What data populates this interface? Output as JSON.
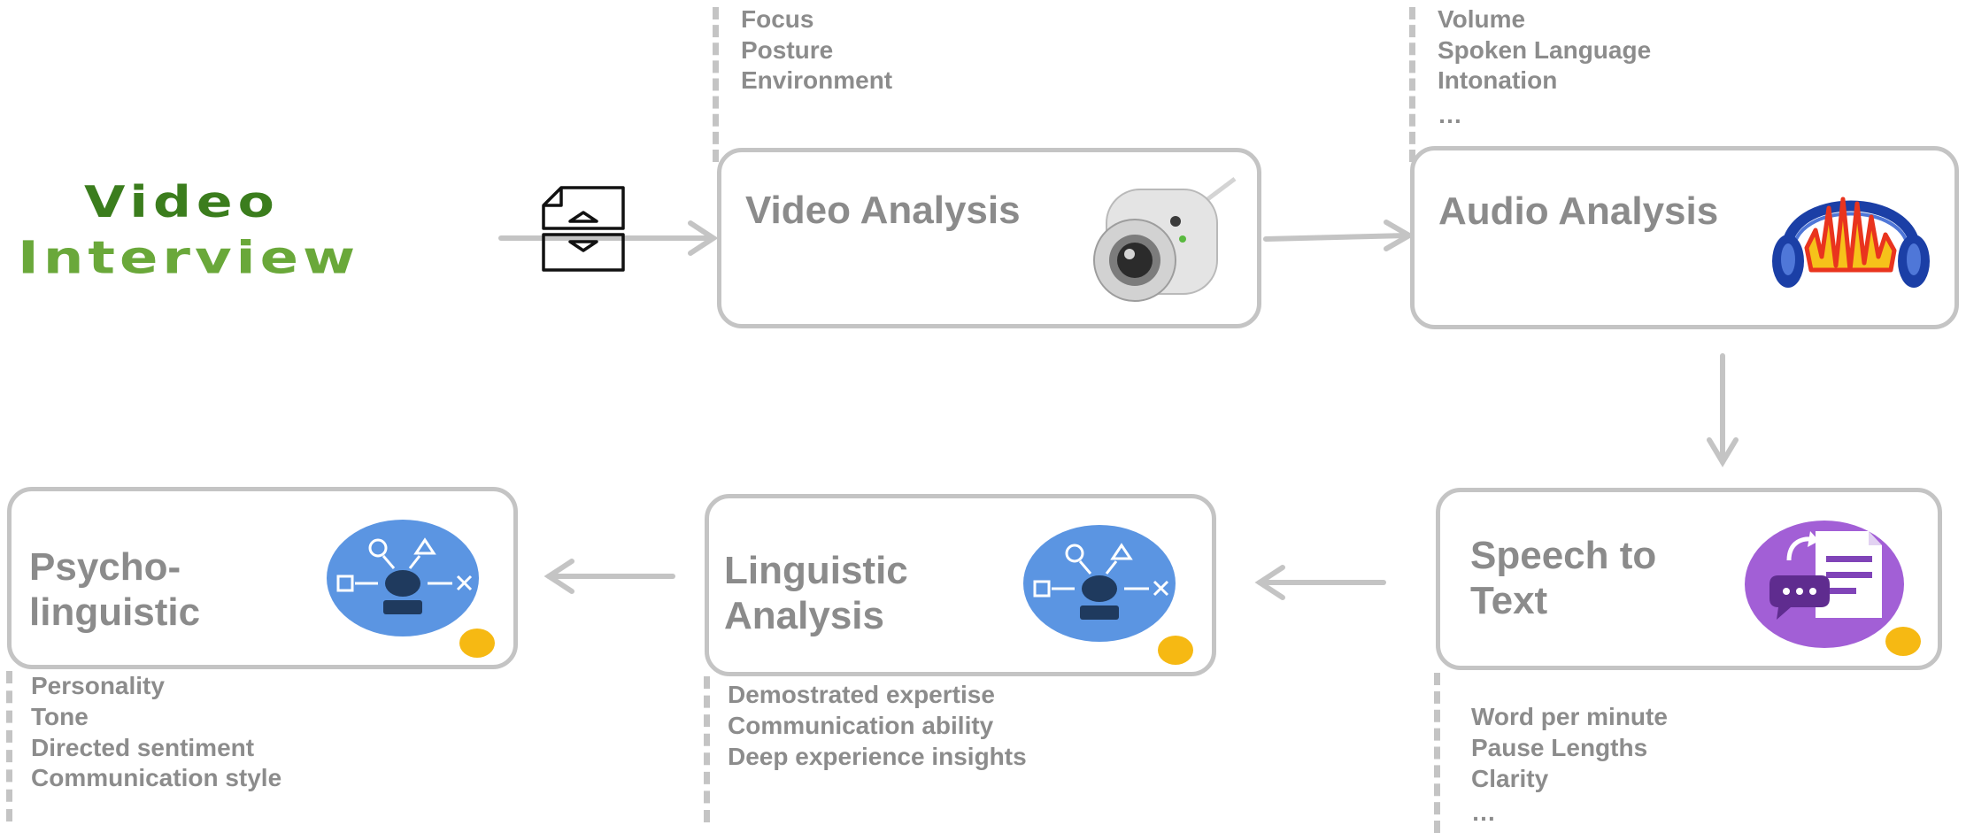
{
  "title": {
    "line1": "Video",
    "line2": "Interview"
  },
  "video_box": {
    "title": "Video Analysis",
    "notes": [
      "Focus",
      "Posture",
      "Environment"
    ]
  },
  "audio_box": {
    "title": "Audio Analysis",
    "notes": [
      "Volume",
      "Spoken Language",
      "Intonation",
      "…"
    ]
  },
  "speech_box": {
    "title_line1": "Speech to",
    "title_line2": "Text",
    "notes": [
      "Word per minute",
      "Pause Lengths",
      "Clarity",
      "…"
    ]
  },
  "linguistic_box": {
    "title_line1": "Linguistic",
    "title_line2": "Analysis",
    "notes": [
      "Demostrated expertise",
      "Communication ability",
      "Deep experience insights"
    ]
  },
  "psycho_box": {
    "title_line1": "Psycho-",
    "title_line2": "linguistic",
    "notes": [
      "Personality",
      "Tone",
      "Directed sentiment",
      "Communication style"
    ]
  },
  "colors": {
    "box_border": "#c4c4c4",
    "text_gray": "#8b8b8b",
    "title_green": "#3f8a1d",
    "icon_blue": "#5b95e2",
    "icon_purple": "#a25fd6",
    "badge_yellow": "#f6b913"
  },
  "icons": [
    "file-convert-icon",
    "webcam-icon",
    "headphones-waveform-icon",
    "speech-to-text-icon",
    "ml-model-icon"
  ]
}
